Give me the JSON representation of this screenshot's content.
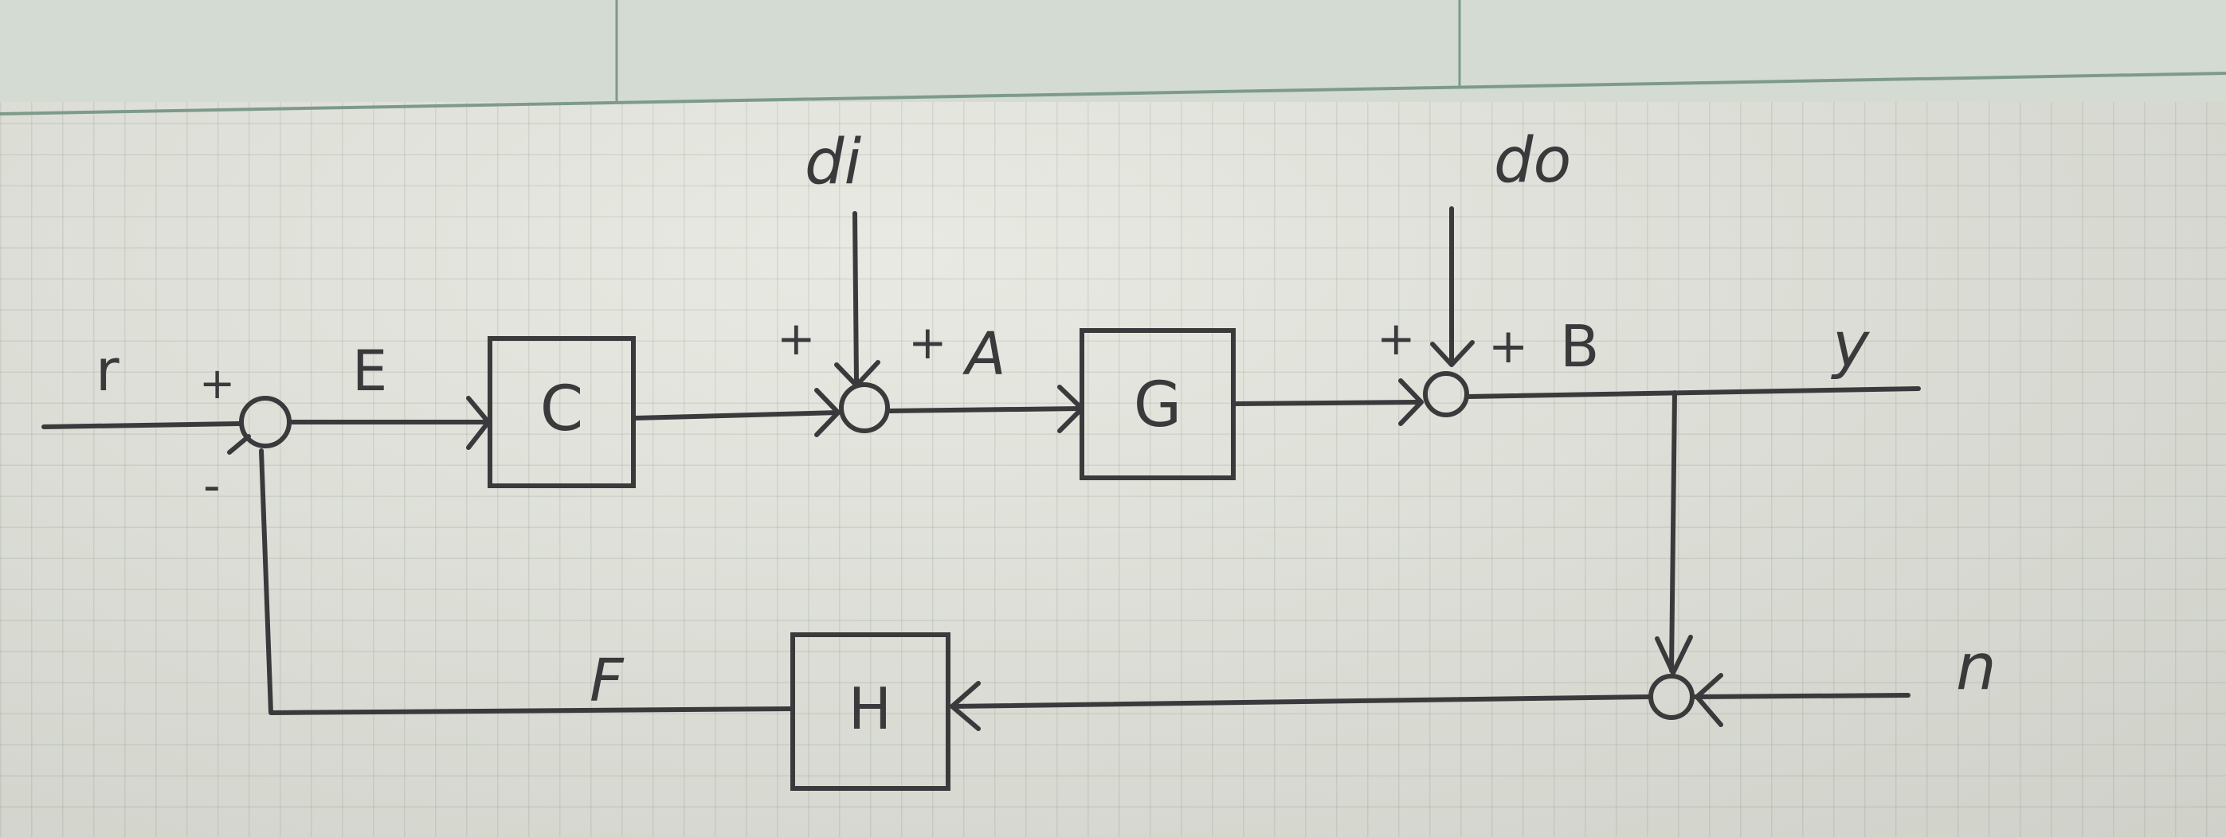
{
  "blocks": {
    "C": "C",
    "G": "G",
    "H": "H"
  },
  "signals": {
    "r": "r",
    "E": "E",
    "A": "A",
    "B": "B",
    "y": "y",
    "F": "F",
    "di": "di",
    "do": "do",
    "n": "n"
  },
  "signs": {
    "sum1_in": "+",
    "sum1_fb": "-",
    "sum2_left": "+",
    "sum2_top": "+",
    "sum3_left": "+",
    "sum3_top": "+"
  },
  "colors": {
    "ink": "#3a3a3c",
    "paper": "#dcded6",
    "grid": "#7d9a8a"
  }
}
